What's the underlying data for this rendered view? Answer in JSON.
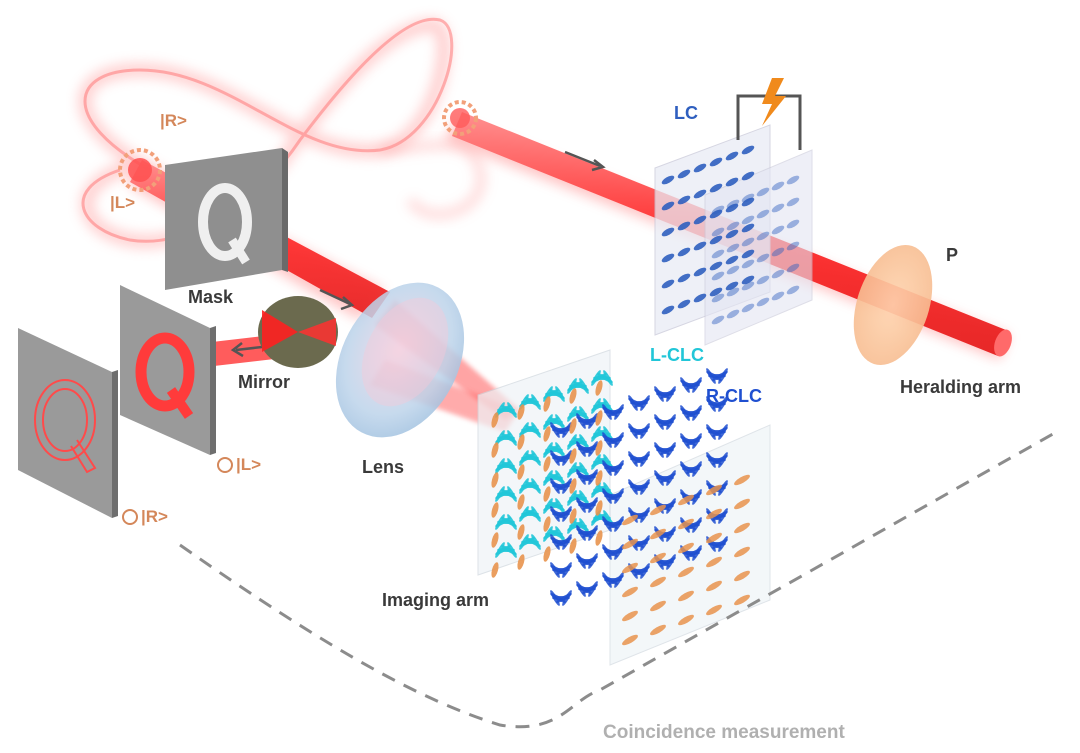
{
  "labels": {
    "mask": "Mask",
    "mirror": "Mirror",
    "lens": "Lens",
    "imaging_arm": "Imaging arm",
    "heralding_arm": "Heralding arm",
    "lc": "LC",
    "l_clc": "L-CLC",
    "r_clc": "R-CLC",
    "p": "P",
    "coincidence": "Coincidence measurement",
    "state_r_top": "|R>",
    "state_l_top": "|L>",
    "state_l_bottom": "|L>",
    "state_r_bottom": "|R>"
  },
  "colors": {
    "beam": "#ff3b3b",
    "beam_glow": "#ff9a9a",
    "state_text": "#d4875a",
    "lc_blue": "#2f5fbf",
    "l_clc_cyan": "#21c6d8",
    "r_clc_blue": "#1f4fd0",
    "label_dark": "#3a3a3a",
    "coincidence_gray": "#b0b0b0",
    "lightning": "#f08a1c",
    "polarizer": "#f7c79a"
  },
  "icons": [
    "lightning-icon",
    "circular-polarization-icon"
  ]
}
